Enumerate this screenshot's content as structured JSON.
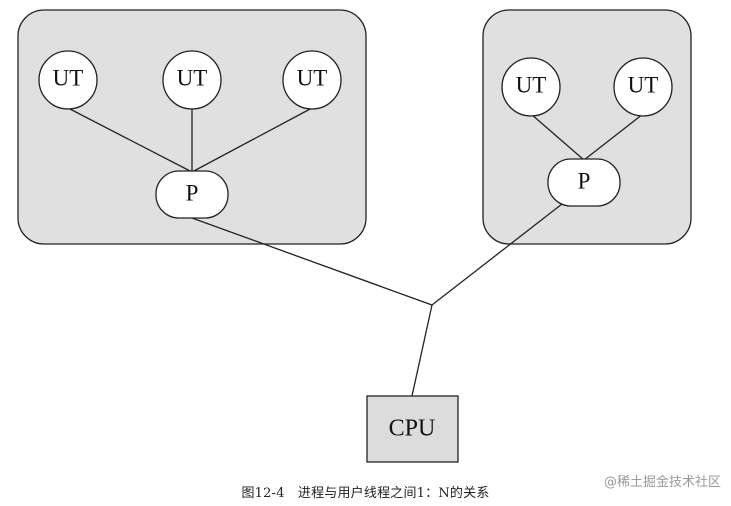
{
  "diagram": {
    "process_label": "P",
    "user_thread_label": "UT",
    "cpu_label": "CPU",
    "groups": [
      {
        "id": "process-group-1",
        "user_thread_count": 3
      },
      {
        "id": "process-group-2",
        "user_thread_count": 2
      }
    ]
  },
  "caption": "图12-4　进程与用户线程之间1：N的关系",
  "watermark": "@稀土掘金技术社区",
  "colors": {
    "group_fill": "#e0e0e0",
    "node_fill": "#ffffff",
    "stroke": "#222222",
    "cpu_fill": "#dcdcdc"
  }
}
